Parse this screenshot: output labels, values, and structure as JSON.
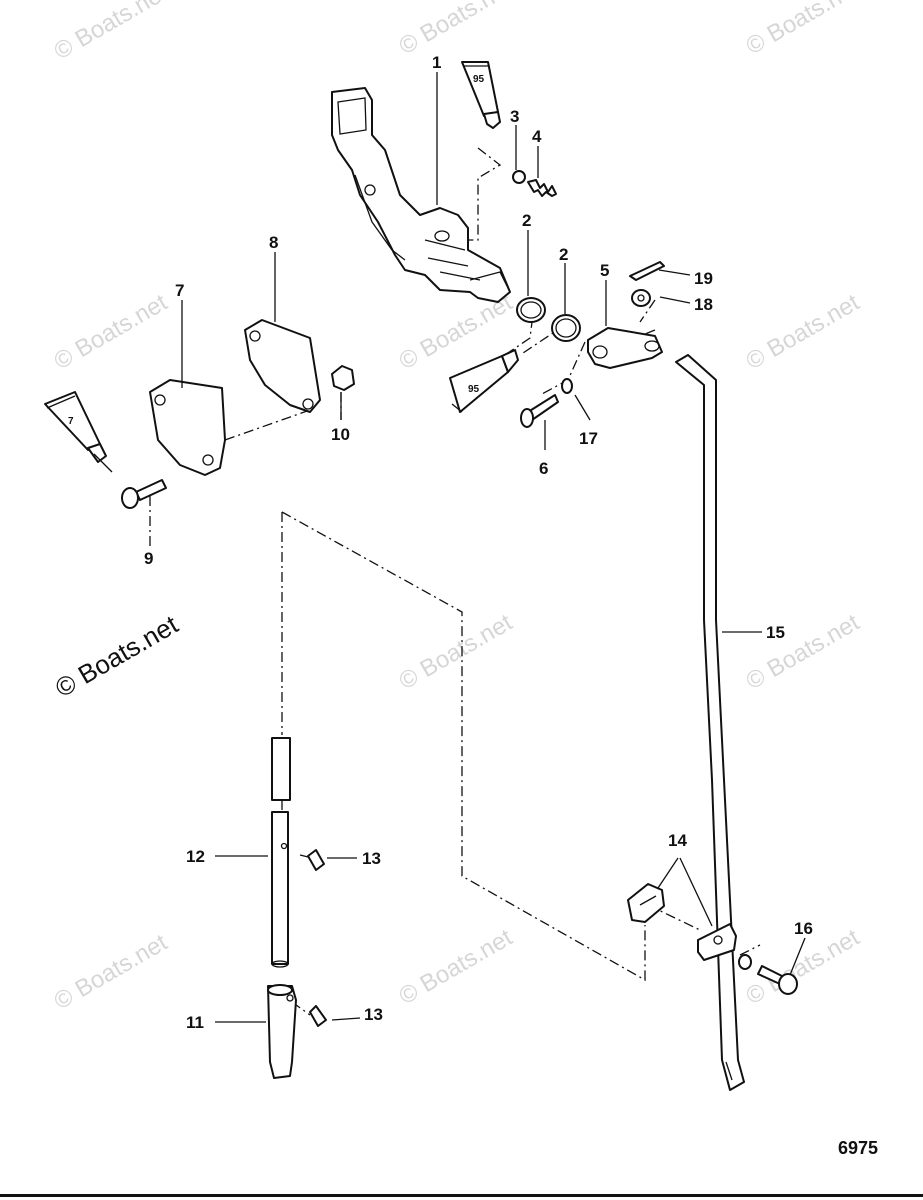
{
  "watermark": {
    "text": "© Boats.net"
  },
  "figure_number": "6975",
  "callouts": {
    "c1": "1",
    "c2a": "2",
    "c2b": "2",
    "c3": "3",
    "c4": "4",
    "c5": "5",
    "c6": "6",
    "c7": "7",
    "c8": "8",
    "c9": "9",
    "c10": "10",
    "c11": "11",
    "c12": "12",
    "c13a": "13",
    "c13b": "13",
    "c14": "14",
    "c15": "15",
    "c16": "16",
    "c17": "17",
    "c18": "18",
    "c19": "19"
  },
  "tube_labels": {
    "top": "95",
    "mid": "95",
    "left": "7"
  }
}
